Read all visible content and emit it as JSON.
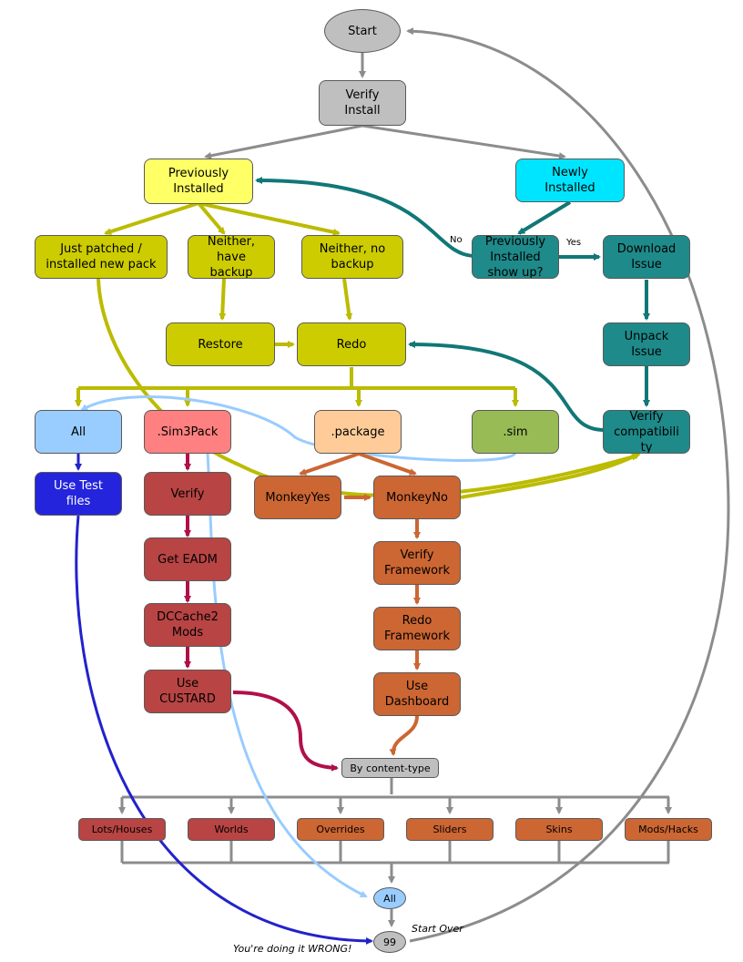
{
  "colors": {
    "gray": "#bfbfbf",
    "yellow": "#ffff66",
    "cyan": "#00e5ff",
    "olive": "#cccc00",
    "teal": "#1f8a8a",
    "lightblue": "#99ccff",
    "salmon": "#ff8080",
    "peach": "#ffcc99",
    "green": "#99bb55",
    "blue": "#2424dd",
    "brick": "#b84444",
    "orange": "#cc6633",
    "arrow_gray": "#8c8c8c",
    "arrow_olive": "#bbbb00",
    "arrow_teal": "#117777",
    "arrow_brick": "#b0104a",
    "arrow_orange": "#cc6633",
    "arrow_blue": "#2222cc",
    "arrow_lightblue": "#99ccff"
  },
  "nodes": {
    "start": "Start",
    "verify_install": "Verify\nInstall",
    "previously_installed": "Previously\nInstalled",
    "newly_installed": "Newly\nInstalled",
    "just_patched": "Just patched /\ninstalled new pack",
    "neither_backup": "Neither,\nhave\nbackup",
    "neither_no_backup": "Neither, no\nbackup",
    "prev_show_up": "Previously\nInstalled\nshow up?",
    "download_issue": "Download\nIssue",
    "restore": "Restore",
    "redo": "Redo",
    "unpack_issue": "Unpack\nIssue",
    "all": "All",
    "sim3pack": ".Sim3Pack",
    "package": ".package",
    "sim": ".sim",
    "verify_compat": "Verify\ncompatibili\nty",
    "use_test_files": "Use Test\nfiles",
    "verify": "Verify",
    "monkey_yes": "MonkeyYes",
    "monkey_no": "MonkeyNo",
    "get_eadm": "Get EADM",
    "verify_framework": "Verify\nFramework",
    "dccache": "DCCache2\nMods",
    "redo_framework": "Redo\nFramework",
    "use_custard": "Use\nCUSTARD",
    "use_dashboard": "Use\nDashboard",
    "by_content_type": "By content-type",
    "lots_houses": "Lots/Houses",
    "worlds": "Worlds",
    "overrides": "Overrides",
    "sliders": "Sliders",
    "skins": "Skins",
    "mods_hacks": "Mods/Hacks",
    "all_bottom": "All",
    "ninety_nine": "99"
  },
  "labels": {
    "no": "No",
    "yes": "Yes",
    "start_over": "Start Over",
    "doing_wrong": "You're doing it WRONG!"
  }
}
